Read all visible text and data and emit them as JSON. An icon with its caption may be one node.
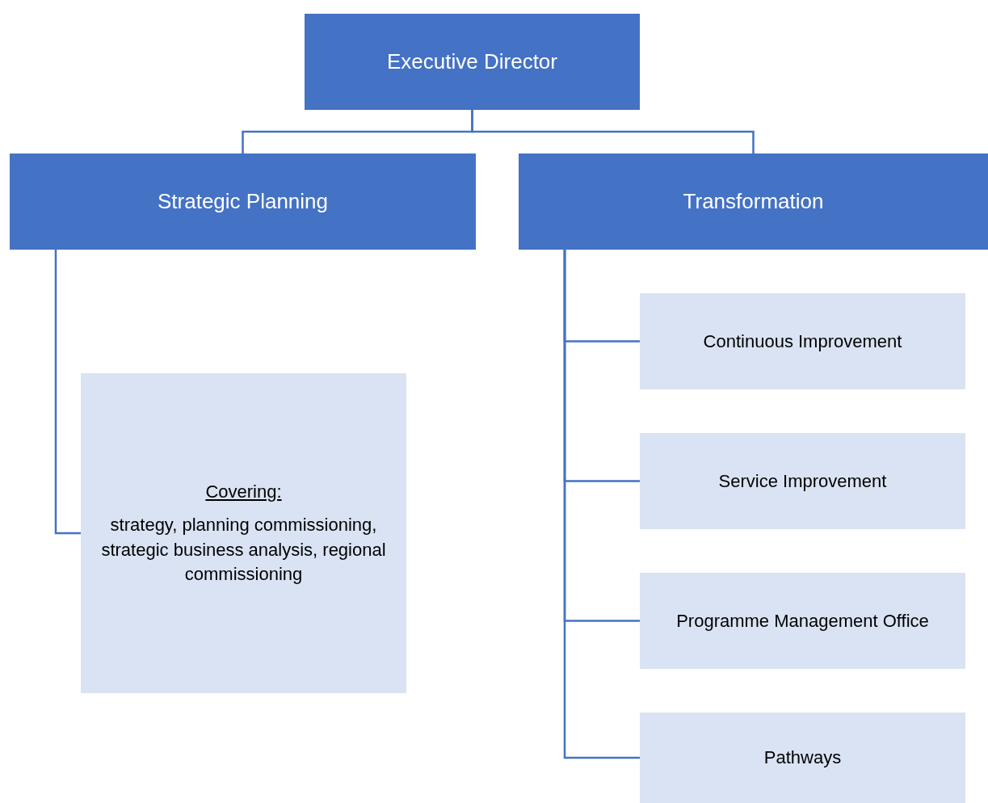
{
  "diagram": {
    "nodes": [
      {
        "text": [
          "Executive Director"
        ]
      },
      {
        "text": [
          "Strategic Planning"
        ]
      },
      {
        "text": [
          "Transformation"
        ]
      },
      {
        "text": [
          "Covering:",
          "strategy, planning commissioning, strategic business analysis, regional commissioning"
        ]
      },
      {
        "text": [
          "Continuous Improvement"
        ]
      },
      {
        "text": [
          "Service Improvement"
        ]
      },
      {
        "text": [
          "Programme Management Office"
        ]
      },
      {
        "text": [
          "Pathways"
        ]
      }
    ],
    "edges": [
      {
        "from": 0,
        "to": 1,
        "arrow": "none"
      },
      {
        "from": 0,
        "to": 2,
        "arrow": "none"
      },
      {
        "from": 1,
        "to": 3,
        "arrow": "none"
      },
      {
        "from": 2,
        "to": 4,
        "arrow": "none"
      },
      {
        "from": 2,
        "to": 5,
        "arrow": "none"
      },
      {
        "from": 2,
        "to": 6,
        "arrow": "none"
      },
      {
        "from": 2,
        "to": 7,
        "arrow": "none"
      }
    ]
  }
}
